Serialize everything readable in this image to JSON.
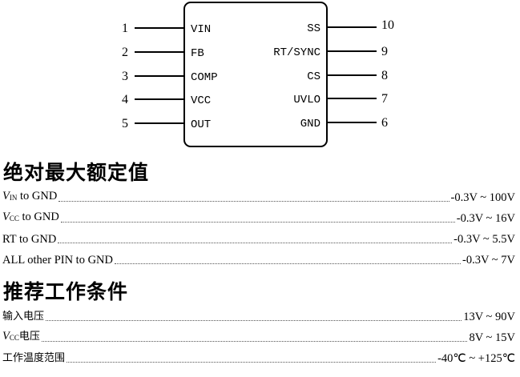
{
  "pin_diagram": {
    "left_pins": [
      {
        "num": "1",
        "label": "VIN"
      },
      {
        "num": "2",
        "label": "FB"
      },
      {
        "num": "3",
        "label": "COMP"
      },
      {
        "num": "4",
        "label": "VCC"
      },
      {
        "num": "5",
        "label": "OUT"
      }
    ],
    "right_pins": [
      {
        "num": "10",
        "label": "SS"
      },
      {
        "num": "9",
        "label": "RT/SYNC"
      },
      {
        "num": "8",
        "label": "CS"
      },
      {
        "num": "7",
        "label": "UVLO"
      },
      {
        "num": "6",
        "label": "GND"
      }
    ]
  },
  "abs_max": {
    "title": "绝对最大额定值",
    "rows": [
      {
        "sym": "V",
        "sub": "IN",
        "name": " to GND",
        "value": "-0.3V ~ 100V"
      },
      {
        "sym": "V",
        "sub": "CC",
        "name": " to GND",
        "value": "-0.3V ~ 16V"
      },
      {
        "sym": "",
        "sub": "",
        "name": "RT to GND",
        "value": "-0.3V ~ 5.5V"
      },
      {
        "sym": "",
        "sub": "",
        "name": "ALL other PIN to GND",
        "value": "-0.3V ~ 7V"
      }
    ]
  },
  "recommended": {
    "title": "推荐工作条件",
    "rows": [
      {
        "sym": "",
        "sub": "",
        "name": "输入电压",
        "value": "13V ~ 90V"
      },
      {
        "sym": "V",
        "sub": "CC",
        "name": "电压",
        "value": "8V  ~ 15V"
      },
      {
        "sym": "",
        "sub": "",
        "name": "工作温度范围",
        "value": "-40℃  ~  +125℃"
      }
    ]
  }
}
